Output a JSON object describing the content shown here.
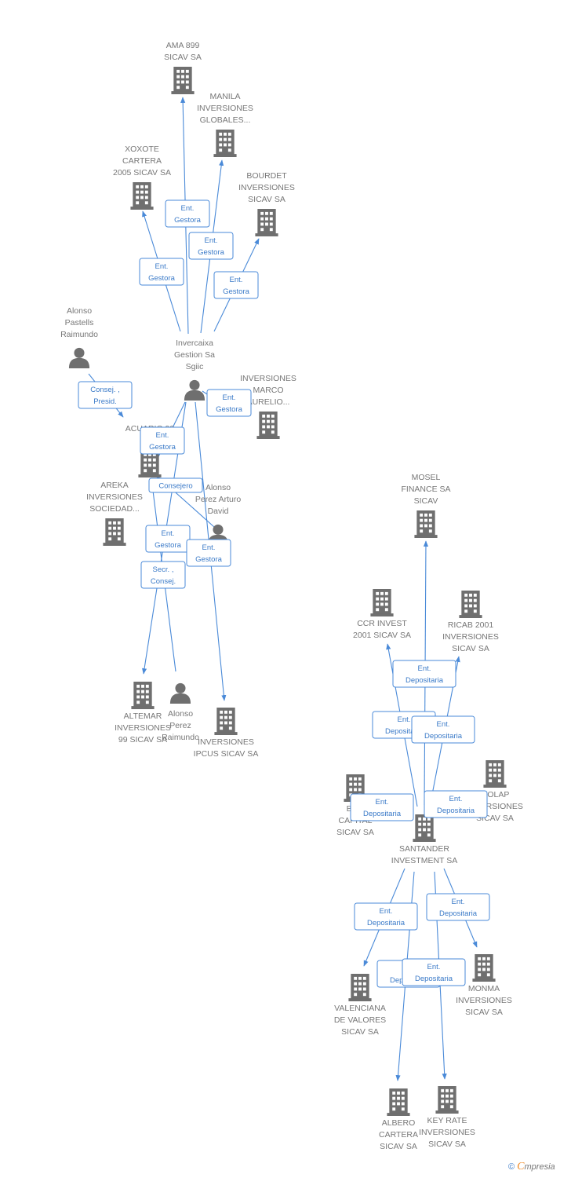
{
  "colors": {
    "edge": "#4a8ad8",
    "edge_text": "#3a7ac8",
    "icon": "#6f6f6f",
    "label": "#777777"
  },
  "nodes": [
    {
      "id": "ama899",
      "type": "company",
      "label": [
        "AMA 899",
        "SICAV SA"
      ]
    },
    {
      "id": "manila",
      "type": "company",
      "label": [
        "MANILA",
        "INVERSIONES",
        "GLOBALES..."
      ]
    },
    {
      "id": "xoxote",
      "type": "company",
      "label": [
        "XOXOTE",
        "CARTERA",
        "2005 SICAV SA"
      ]
    },
    {
      "id": "bourdet",
      "type": "company",
      "label": [
        "BOURDET",
        "INVERSIONES",
        "SICAV SA"
      ]
    },
    {
      "id": "alonso_pastells",
      "type": "person",
      "label": [
        "Alonso",
        "Pastells",
        "Raimundo"
      ]
    },
    {
      "id": "invercaixa",
      "type": "person",
      "label": [
        "Invercaixa",
        "Gestion Sa",
        "Sgiic"
      ]
    },
    {
      "id": "marco",
      "type": "company",
      "label": [
        "INVERSIONES",
        "MARCO",
        "AURELIO..."
      ]
    },
    {
      "id": "acuario",
      "type": "company",
      "label": [
        "ACUARIO 98",
        "SA"
      ]
    },
    {
      "id": "areka",
      "type": "company",
      "label": [
        "AREKA",
        "INVERSIONES",
        "SOCIEDAD..."
      ]
    },
    {
      "id": "alonso_perez_arturo",
      "type": "person",
      "label": [
        "Alonso",
        "Perez Arturo",
        "David"
      ]
    },
    {
      "id": "altemar",
      "type": "company",
      "label": [
        "ALTEMAR",
        "INVERSIONES",
        "99 SICAV SA"
      ]
    },
    {
      "id": "alonso_perez_raimundo",
      "type": "person",
      "label": [
        "Alonso",
        "Perez",
        "Raimundo"
      ]
    },
    {
      "id": "ipcus",
      "type": "company",
      "label": [
        "INVERSIONES",
        "IPCUS SICAV SA"
      ]
    },
    {
      "id": "mosel",
      "type": "company",
      "label": [
        "MOSEL",
        "FINANCE SA",
        "SICAV"
      ]
    },
    {
      "id": "ccr",
      "type": "company",
      "label": [
        "CCR INVEST",
        "2001 SICAV SA"
      ]
    },
    {
      "id": "ricab",
      "type": "company",
      "label": [
        "RICAB 2001",
        "INVERSIONES",
        "SICAV SA"
      ]
    },
    {
      "id": "molap",
      "type": "company",
      "label": [
        "MOLAP",
        "INVERSIONES",
        "SICAV SA"
      ]
    },
    {
      "id": "bor",
      "type": "company",
      "label": [
        "BOR",
        "CAPITAL",
        "SICAV SA"
      ]
    },
    {
      "id": "santander",
      "type": "company",
      "label": [
        "SANTANDER",
        "INVESTMENT SA"
      ]
    },
    {
      "id": "valenciana",
      "type": "company",
      "label": [
        "VALENCIANA",
        "DE VALORES",
        "SICAV SA"
      ]
    },
    {
      "id": "monma",
      "type": "company",
      "label": [
        "MONMA",
        "INVERSIONES",
        "SICAV SA"
      ]
    },
    {
      "id": "albero",
      "type": "company",
      "label": [
        "ALBERO",
        "CARTERA",
        "SICAV SA"
      ]
    },
    {
      "id": "keyrate",
      "type": "company",
      "label": [
        "KEY RATE",
        "INVERSIONES",
        "SICAV SA"
      ]
    }
  ],
  "edges": [
    {
      "from": "invercaixa",
      "to": "ama899",
      "label": [
        "Ent.",
        "Gestora"
      ]
    },
    {
      "from": "invercaixa",
      "to": "manila",
      "label": [
        "Ent.",
        "Gestora"
      ]
    },
    {
      "from": "invercaixa",
      "to": "xoxote",
      "label": [
        "Ent.",
        "Gestora"
      ]
    },
    {
      "from": "invercaixa",
      "to": "bourdet",
      "label": [
        "Ent.",
        "Gestora"
      ]
    },
    {
      "from": "invercaixa",
      "to": "marco",
      "label": [
        "Ent.",
        "Gestora"
      ]
    },
    {
      "from": "invercaixa",
      "to": "acuario",
      "label": [
        "Ent.",
        "Gestora"
      ]
    },
    {
      "from": "invercaixa",
      "to": "altemar",
      "label": [
        "Ent.",
        "Gestora"
      ]
    },
    {
      "from": "invercaixa",
      "to": "ipcus",
      "label": [
        "Ent.",
        "Gestora"
      ]
    },
    {
      "from": "alonso_pastells",
      "to": "acuario",
      "label": [
        "Consej. ,",
        "Presid."
      ]
    },
    {
      "from": "alonso_perez_arturo",
      "to": "acuario",
      "label": [
        "Consejero"
      ]
    },
    {
      "from": "alonso_perez_raimundo",
      "to": "acuario",
      "label": [
        "Secr. ,",
        "Consej."
      ]
    },
    {
      "from": "santander",
      "to": "mosel",
      "label": [
        "Ent.",
        "Depositaria"
      ]
    },
    {
      "from": "santander",
      "to": "ccr",
      "label": [
        "Ent.",
        "Depositaria"
      ]
    },
    {
      "from": "santander",
      "to": "ricab",
      "label": [
        "Ent.",
        "Depositaria"
      ]
    },
    {
      "from": "santander",
      "to": "bor",
      "label": [
        "Ent.",
        "Depositaria"
      ]
    },
    {
      "from": "santander",
      "to": "molap",
      "label": [
        "Ent.",
        "Depositaria"
      ]
    },
    {
      "from": "santander",
      "to": "valenciana",
      "label": [
        "Ent.",
        "Depositaria"
      ]
    },
    {
      "from": "santander",
      "to": "monma",
      "label": [
        "Ent.",
        "Depositaria"
      ]
    },
    {
      "from": "santander",
      "to": "albero",
      "label": [
        "Ent.",
        "Depositaria"
      ]
    },
    {
      "from": "santander",
      "to": "keyrate",
      "label": [
        "Ent.",
        "Depositaria"
      ]
    }
  ],
  "footer": {
    "copyright": "©",
    "brand_initial": "C",
    "brand_rest": "mpresia"
  }
}
